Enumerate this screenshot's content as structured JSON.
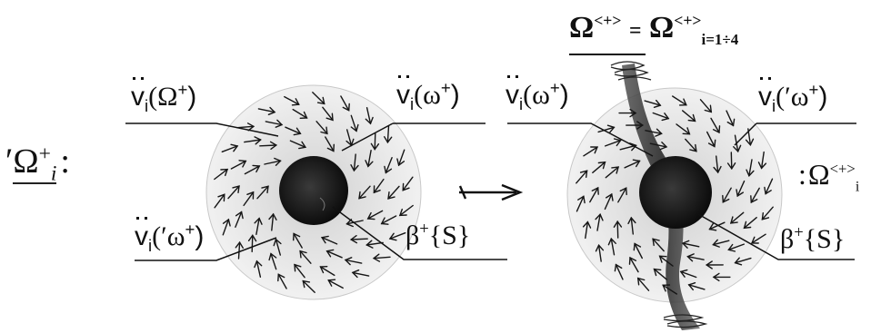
{
  "labels": {
    "set_symbol": "Ω",
    "set_prime": "′",
    "set_sup": "+",
    "set_sub": "i",
    "set_colon": ":",
    "top_lhs": "Ω",
    "top_sup_lhs": "<+>",
    "top_eq": "=",
    "top_rhs": "Ω",
    "top_sup_rhs": "<+>",
    "top_sub_rhs": "i=1÷4",
    "left_v1": "v",
    "left_v1_sub": "i",
    "left_v1_arg": "(Ω",
    "left_v1_argsup": "+",
    "left_v1_close": ")",
    "left_v2": "v",
    "left_v2_sub": "i",
    "left_v2_arg": "(ω",
    "left_v2_argsup": "+",
    "left_v2_close": ")",
    "left_v3": "v",
    "left_v3_sub": "i",
    "left_v3_arg": "(′ω",
    "left_v3_argsup": "+",
    "left_v3_close": ")",
    "left_beta": "β",
    "left_beta_sup": "+",
    "left_beta_arg": "{S}",
    "right_v1": "v",
    "right_v1_sub": "i",
    "right_v1_arg": "(ω",
    "right_v1_argsup": "+",
    "right_v1_close": ")",
    "right_v2": "v",
    "right_v2_sub": "i",
    "right_v2_arg": "(′ω",
    "right_v2_argsup": "+",
    "right_v2_close": ")",
    "right_colon": ":",
    "right_omega": "Ω",
    "right_omega_sup": "<+>",
    "right_omega_sub": "i",
    "right_beta": "β",
    "right_beta_sup": "+",
    "right_beta_arg": "{S}"
  },
  "colors": {
    "ink": "#111111",
    "halo": "#d9d9d9",
    "core": "#1e1e1e",
    "background": "#ffffff"
  },
  "icons": {
    "transition": "long-right-arrow-icon"
  }
}
